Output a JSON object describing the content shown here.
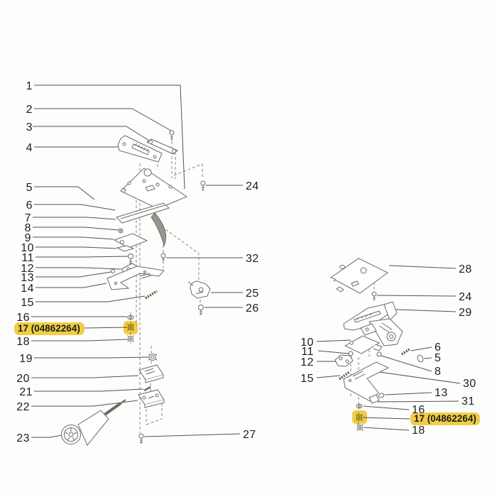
{
  "diagram": {
    "type": "exploded-parts-diagram",
    "highlight_color": "#F2CF45",
    "highlighted_label": "17 (04862264)",
    "highlighted_part_number": "04862264",
    "left_assembly": {
      "callouts": {
        "c1": "1",
        "c2": "2",
        "c3": "3",
        "c4": "4",
        "c5": "5",
        "c6": "6",
        "c7": "7",
        "c8": "8",
        "c9": "9",
        "c10": "10",
        "c11": "11",
        "c12": "12",
        "c13": "13",
        "c14": "14",
        "c15": "15",
        "c16": "16",
        "c17": "17 (04862264)",
        "c18": "18",
        "c19": "19",
        "c20": "20",
        "c21": "21",
        "c22": "22",
        "c23": "23",
        "c24": "24",
        "c32": "32",
        "c25": "25",
        "c26": "26",
        "c27": "27"
      }
    },
    "right_assembly": {
      "callouts": {
        "c28": "28",
        "c24": "24",
        "c29": "29",
        "c10": "10",
        "c11": "11",
        "c12": "12",
        "c6": "6",
        "c5": "5",
        "c8": "8",
        "c15": "15",
        "c30": "30",
        "c13": "13",
        "c31": "31",
        "c16": "16",
        "c17": "17 (04862264)",
        "c18": "18"
      }
    }
  }
}
